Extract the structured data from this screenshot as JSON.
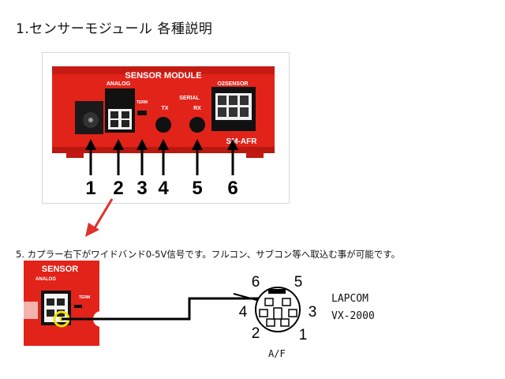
{
  "title": "1.センサーモジュール 各種説明",
  "module_photo": {
    "header_label": "SENSOR MODULE",
    "analog_label": "ANALOG",
    "o2_label": "O2SENSOR",
    "term_label": "TERM",
    "serial_label": "SERIAL",
    "tx_label": "TX",
    "rx_label": "RX",
    "model_label": "SM-AFR",
    "callout_numbers": [
      "1",
      "2",
      "3",
      "4",
      "5",
      "6"
    ]
  },
  "note": "5. カプラー右下がワイドバンド0-5V信号です。フルコン、サブコン等へ取込む事が可能です。",
  "closeup": {
    "sensor_label": "SENSOR",
    "analog_label": "ANALOG",
    "term_label": "TERM"
  },
  "din": {
    "pins": [
      "6",
      "5",
      "4",
      "3",
      "2",
      "1"
    ],
    "type_label": "A/F"
  },
  "lapcom": {
    "name": "LAPCOM",
    "model": "VX-2000"
  },
  "colors": {
    "module_red": "#e2231a",
    "arrow_red": "#e0312a",
    "highlight_yellow": "#f2e200"
  }
}
